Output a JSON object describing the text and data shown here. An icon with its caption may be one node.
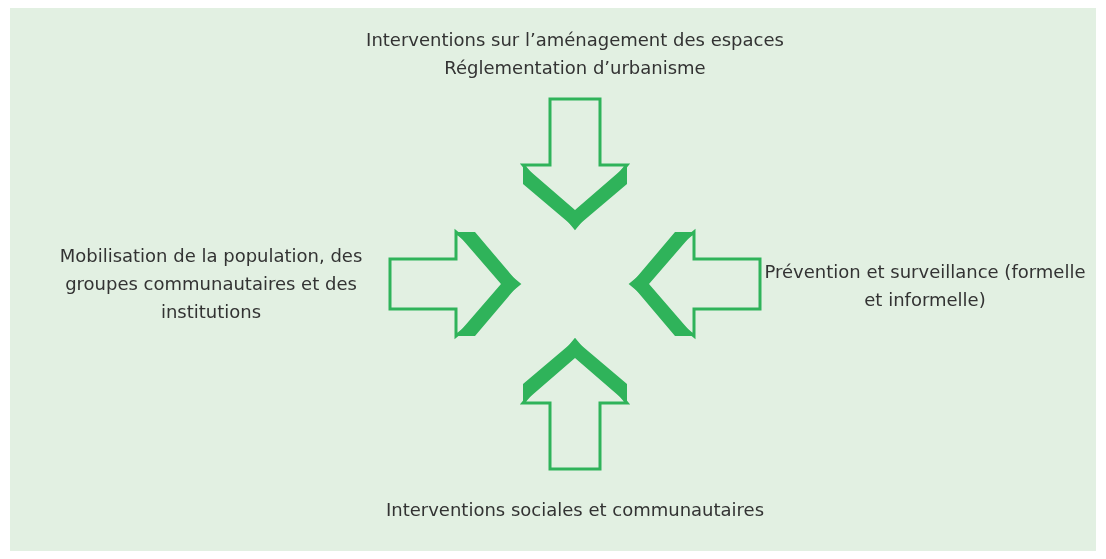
{
  "diagram": {
    "nodes": [
      {
        "text": [
          "Interventions sur l’aménagement des espaces",
          "Réglementation d’urbanisme"
        ]
      },
      {
        "text": [
          "Mobilisation de la population, des groupes communautaires et des institutions"
        ]
      },
      {
        "text": [
          "Prévention et surveillance (formelle et informelle)"
        ]
      },
      {
        "text": [
          "Interventions sociales et communautaires"
        ]
      }
    ],
    "edges": [
      {
        "from": 0,
        "to": null,
        "arrow": "to"
      },
      {
        "from": 1,
        "to": null,
        "arrow": "to"
      },
      {
        "from": 2,
        "to": null,
        "arrow": "to"
      },
      {
        "from": 3,
        "to": null,
        "arrow": "to"
      }
    ]
  }
}
